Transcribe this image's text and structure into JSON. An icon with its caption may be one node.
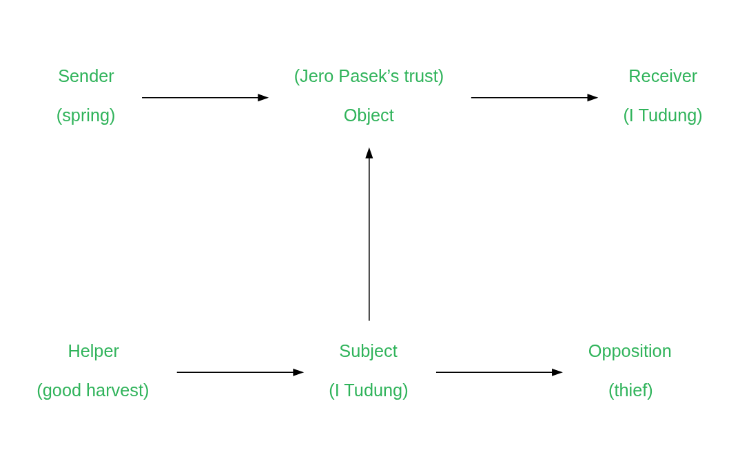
{
  "diagram": {
    "nodes": [
      {
        "text": [
          "Sender"
        ],
        "beside": [
          "(spring)"
        ]
      },
      {
        "text": [
          "Object"
        ],
        "beside": [
          "(Jero Pasek’s trust)"
        ]
      },
      {
        "text": [
          "Receiver"
        ],
        "beside": [
          "(I Tudung)"
        ]
      },
      {
        "text": [
          "Helper"
        ],
        "beside": [
          "(good harvest)"
        ]
      },
      {
        "text": [
          "Subject"
        ],
        "beside": [
          "(I Tudung)"
        ]
      },
      {
        "text": [
          "Opposition"
        ],
        "beside": [
          "(thief)"
        ]
      }
    ],
    "edges": [
      {
        "from": 0,
        "to": 1,
        "arrow": "to"
      },
      {
        "from": 1,
        "to": 2,
        "arrow": "to"
      },
      {
        "from": 4,
        "to": 1,
        "arrow": "to"
      },
      {
        "from": 3,
        "to": 4,
        "arrow": "to"
      },
      {
        "from": 4,
        "to": 5,
        "arrow": "to"
      }
    ]
  }
}
